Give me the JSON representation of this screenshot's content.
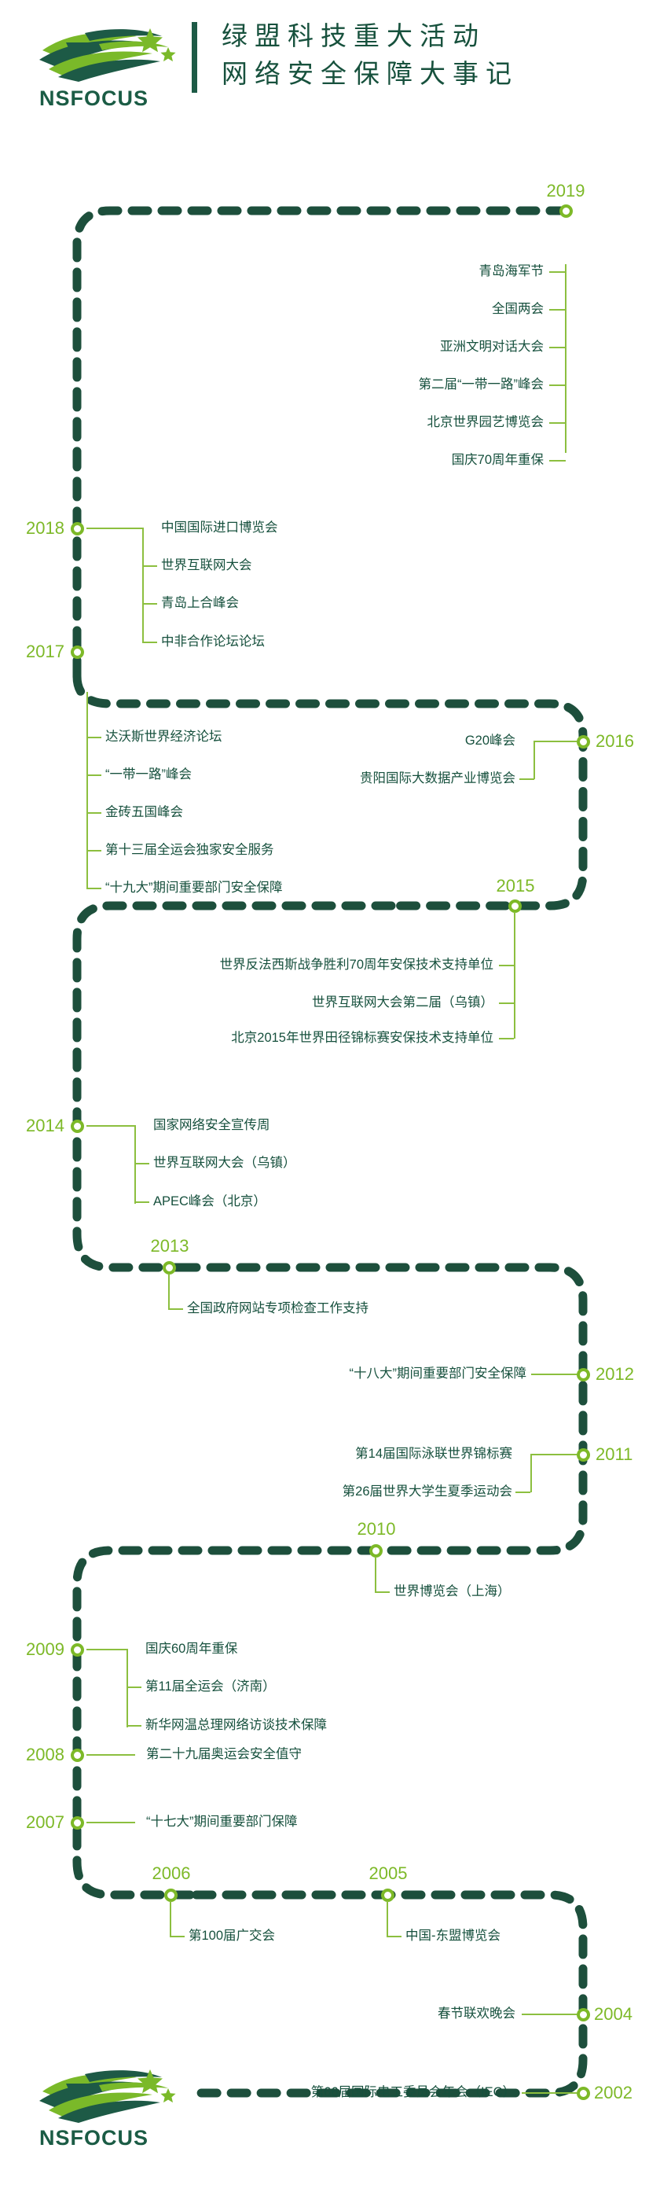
{
  "header": {
    "logo_name": "nsfocus-logo",
    "brand_text": "NSFOCUS",
    "title_line1": "绿盟科技重大活动",
    "title_line2": "网络安全保障大事记",
    "brand_dark_green": "#17513d",
    "brand_light_green": "#7db928"
  },
  "footer": {
    "logo_name": "nsfocus-logo",
    "brand_text": "NSFOCUS"
  },
  "timeline": {
    "track_color": "#1d4f3c",
    "node_color": "#7db928",
    "connector_color": "#8cbf3f",
    "event_text_color": "#16503d",
    "years": [
      {
        "year": "2019",
        "label_position": "above",
        "events": [
          "青岛海军节",
          "全国两会",
          "亚洲文明对话大会",
          "第二届“一带一路”峰会",
          "北京世界园艺博览会",
          "国庆70周年重保"
        ]
      },
      {
        "year": "2018",
        "label_position": "left",
        "events": [
          "中国国际进口博览会",
          "世界互联网大会",
          "青岛上合峰会",
          "中非合作论坛论坛"
        ]
      },
      {
        "year": "2017",
        "label_position": "left",
        "events": [
          "达沃斯世界经济论坛",
          "“一带一路”峰会",
          "金砖五国峰会",
          "第十三届全运会独家安全服务",
          "“十九大”期间重要部门安全保障"
        ]
      },
      {
        "year": "2016",
        "label_position": "right",
        "events": [
          "G20峰会",
          "贵阳国际大数据产业博览会"
        ]
      },
      {
        "year": "2015",
        "label_position": "above",
        "events": [
          "世界反法西斯战争胜利70周年安保技术支持单位",
          "世界互联网大会第二届（乌镇）",
          "北京2015年世界田径锦标赛安保技术支持单位"
        ]
      },
      {
        "year": "2014",
        "label_position": "left",
        "events": [
          "国家网络安全宣传周",
          "世界互联网大会（乌镇）",
          "APEC峰会（北京）"
        ]
      },
      {
        "year": "2013",
        "label_position": "above",
        "events": [
          "全国政府网站专项检查工作支持"
        ]
      },
      {
        "year": "2012",
        "label_position": "right",
        "events": [
          "“十八大”期间重要部门安全保障"
        ]
      },
      {
        "year": "2011",
        "label_position": "right",
        "events": [
          "第14届国际泳联世界锦标赛",
          "第26届世界大学生夏季运动会"
        ]
      },
      {
        "year": "2010",
        "label_position": "above",
        "events": [
          "世界博览会（上海）"
        ]
      },
      {
        "year": "2009",
        "label_position": "left",
        "events": [
          "国庆60周年重保",
          "第11届全运会（济南）",
          "新华网温总理网络访谈技术保障"
        ]
      },
      {
        "year": "2008",
        "label_position": "left",
        "events": [
          "第二十九届奥运会安全值守"
        ]
      },
      {
        "year": "2007",
        "label_position": "left",
        "events": [
          "“十七大”期间重要部门保障"
        ]
      },
      {
        "year": "2006",
        "label_position": "above",
        "events": [
          "第100届广交会"
        ]
      },
      {
        "year": "2005",
        "label_position": "above",
        "events": [
          "中国-东盟博览会"
        ]
      },
      {
        "year": "2004",
        "label_position": "right",
        "events": [
          "春节联欢晚会"
        ]
      },
      {
        "year": "2002",
        "label_position": "right",
        "events": [
          "第66届国际电工委员会年会（IEC）"
        ]
      }
    ]
  }
}
